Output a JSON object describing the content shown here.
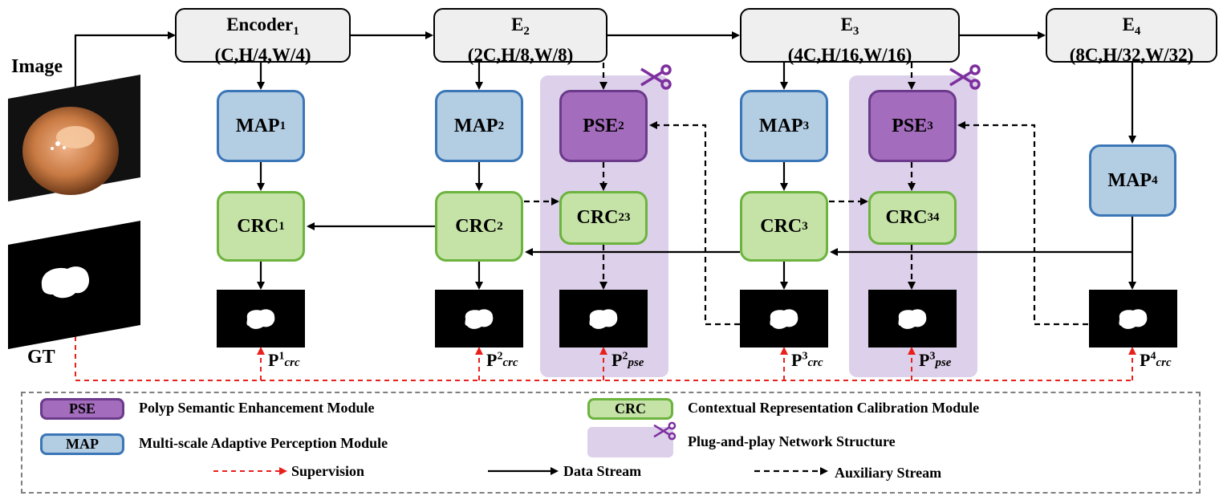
{
  "encoders": [
    {
      "name": "Encoder",
      "sub": "1",
      "dims": "(C,H/4,W/4)"
    },
    {
      "name": "E",
      "sub": "2",
      "dims": "(2C,H/8,W/8)"
    },
    {
      "name": "E",
      "sub": "3",
      "dims": "(4C,H/16,W/16)"
    },
    {
      "name": "E",
      "sub": "4",
      "dims": "(8C,H/32,W/32)"
    }
  ],
  "modules": {
    "map1": {
      "name": "MAP",
      "sub": "1"
    },
    "map2": {
      "name": "MAP",
      "sub": "2"
    },
    "map3": {
      "name": "MAP",
      "sub": "3"
    },
    "map4": {
      "name": "MAP",
      "sub": "4"
    },
    "pse2": {
      "name": "PSE",
      "sub": "2"
    },
    "pse3": {
      "name": "PSE",
      "sub": "3"
    },
    "crc1": {
      "name": "CRC",
      "sub": "1"
    },
    "crc2": {
      "name": "CRC",
      "sub": "2"
    },
    "crc3": {
      "name": "CRC",
      "sub": "3"
    },
    "crc23": {
      "name": "CRC",
      "sub": "23"
    },
    "crc34": {
      "name": "CRC",
      "sub": "34"
    }
  },
  "inputs": {
    "image_label": "Image",
    "gt_label": "GT"
  },
  "predictions": [
    {
      "base": "P",
      "sub": "crc",
      "sup": "1"
    },
    {
      "base": "P",
      "sub": "crc",
      "sup": "2"
    },
    {
      "base": "P",
      "sub": "pse",
      "sup": "2"
    },
    {
      "base": "P",
      "sub": "crc",
      "sup": "3"
    },
    {
      "base": "P",
      "sub": "pse",
      "sup": "3"
    },
    {
      "base": "P",
      "sub": "crc",
      "sup": "4"
    }
  ],
  "legend": {
    "pse_chip": "PSE",
    "pse_text": "Polyp Semantic Enhancement Module",
    "map_chip": "MAP",
    "map_text": "Multi-scale Adaptive Perception Module",
    "crc_chip": "CRC",
    "crc_text": "Contextual Representation Calibration Module",
    "plug_text": "Plug-and-play Network Structure",
    "supervision": "Supervision",
    "data_stream": "Data Stream",
    "aux_stream": "Auxiliary Stream"
  },
  "colors": {
    "map_fill": "#b3cde3",
    "map_border": "#3b76b7",
    "pse_fill": "#a46cbd",
    "pse_border": "#6b3a8b",
    "crc_fill": "#c6e3a7",
    "crc_border": "#6cb33f",
    "plug_zone": "#ddd0ea",
    "supervision": "#e8201c",
    "scissors": "#7d2f9e"
  }
}
